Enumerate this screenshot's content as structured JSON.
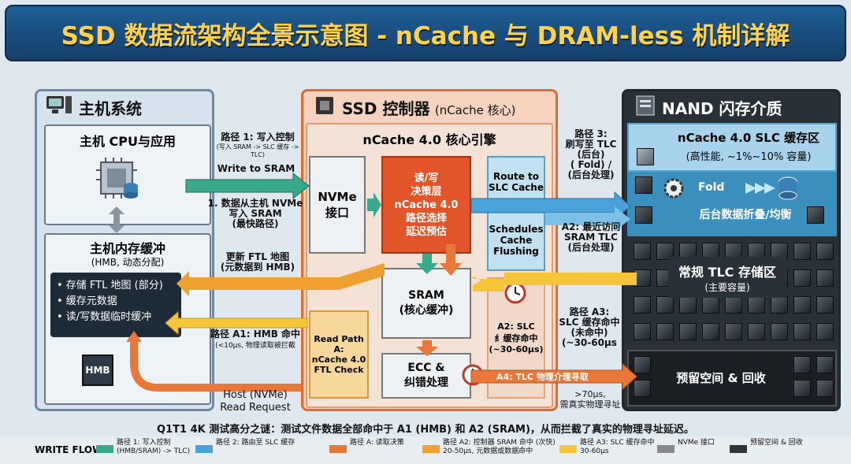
{
  "title": "SSD 数据流架构全景示意图 - nCache 与 DRAM-less 机制详解",
  "host": {
    "header": "主机系统",
    "cpu_title": "主机 CPU与应用",
    "hmb_title": "主机内存缓冲",
    "hmb_subtitle": "(HMB, 动态分配)",
    "hmb_items": [
      "• 存储 FTL 地图 (部分)",
      "• 缓存元数据",
      "• 读/写数据临时缓冲"
    ],
    "hmb_chip": "HMB"
  },
  "ssd": {
    "header": "SSD 控制器",
    "header_sub": "(nCache 核心)",
    "engine": "nCache 4.0 核心引擎",
    "nvme": "NVMe\n接口",
    "decision": "读/写\n决策层\nnCache 4.0\n路径选择\n延迟预估",
    "route": "Route to\nSLC Cache",
    "schedules": "Schedules\nCache\nFlushing",
    "sram": "SRAM\n(核心缓冲)",
    "ecc": "ECC &\n纠错处理",
    "read_a": "Read Path A:\nnCache 4.0\nFTL Check",
    "a2": "A2: SLC\n纟缓存命中\n(~30-60μs)"
  },
  "nand": {
    "header": "NAND 闪存介质",
    "slc_title": "nCache 4.0 SLC 缓存区",
    "slc_sub": "(高性能, ~1%~10% 容量)",
    "fold": "Fold",
    "fold_label": "后台数据折叠/均衡",
    "tlc_title": "常规 TLC 存储区",
    "tlc_sub": "(主要容量)",
    "reserve": "预留空间 & 回收"
  },
  "labels": {
    "path1": "路径 1: 写入控制",
    "path1_sub": "(写入 SRAM -> SLC 缓存 -> TLC)",
    "write_sram": "Write to SRAM",
    "step1": "1. 数据从主机 NVMe\n写入 SRAM\n(最快路径)",
    "ftl_update": "更新 FTL 地图\n(元数据到 HMB)",
    "pathA1": "路径 A1: HMB 命中",
    "pathA1_sub": "(<10μs, 物理读取被拦截",
    "host_req": "Host (NVMe)\nRead Request",
    "path3": "路径 3:\n刷写至 TLC\n(后台)\n( Fold) /\n(后台处理)",
    "a2_recent": "A2: 最近访问\nSRAM TLC\n(后台处理)",
    "pathA3": "路径 A3:\nSLC 缓存命中\n(未命中)\n(~30-60μs",
    "a4": "A4: TLC 物理介理寻取",
    "a4_sub": ">70μs,\n需真实物理寻址"
  },
  "summary": "Q1T1 4K 测试高分之谜：测试文件数据全部命中于 A1 (HMB) 和 A2 (SRAM)，从而拦截了真实的物理寻址延迟。",
  "legend": {
    "write_flow": "WRITE FLOW",
    "items": [
      {
        "label": "路径 1: 写入控制\n(HMB/SRAM) -> TLC)",
        "color": "#3aa88a"
      },
      {
        "label": "路径 2: 路由至 SLC 缓存",
        "color": "#4aa3d8"
      },
      {
        "label": "路径 A: 读取决策",
        "color": "#e8783a"
      },
      {
        "label": "路径 A2: 控制器 SRAM 命中 (次快)\n20-50μs, 元数据或数据命中",
        "color": "#f0a030"
      },
      {
        "label": "路径 A3: SLC 缓存命中\n30-60μs",
        "color": "#f5c53a"
      },
      {
        "label": "NVMe 接口",
        "color": "#888888"
      },
      {
        "label": "预留空间 & 回收",
        "color": "#333333"
      }
    ]
  },
  "colors": {
    "orange": "#e26a2c",
    "teal": "#3aa88a",
    "blue": "#4aa3d8",
    "navy": "#163f6a",
    "gold": "#ffd24a"
  }
}
